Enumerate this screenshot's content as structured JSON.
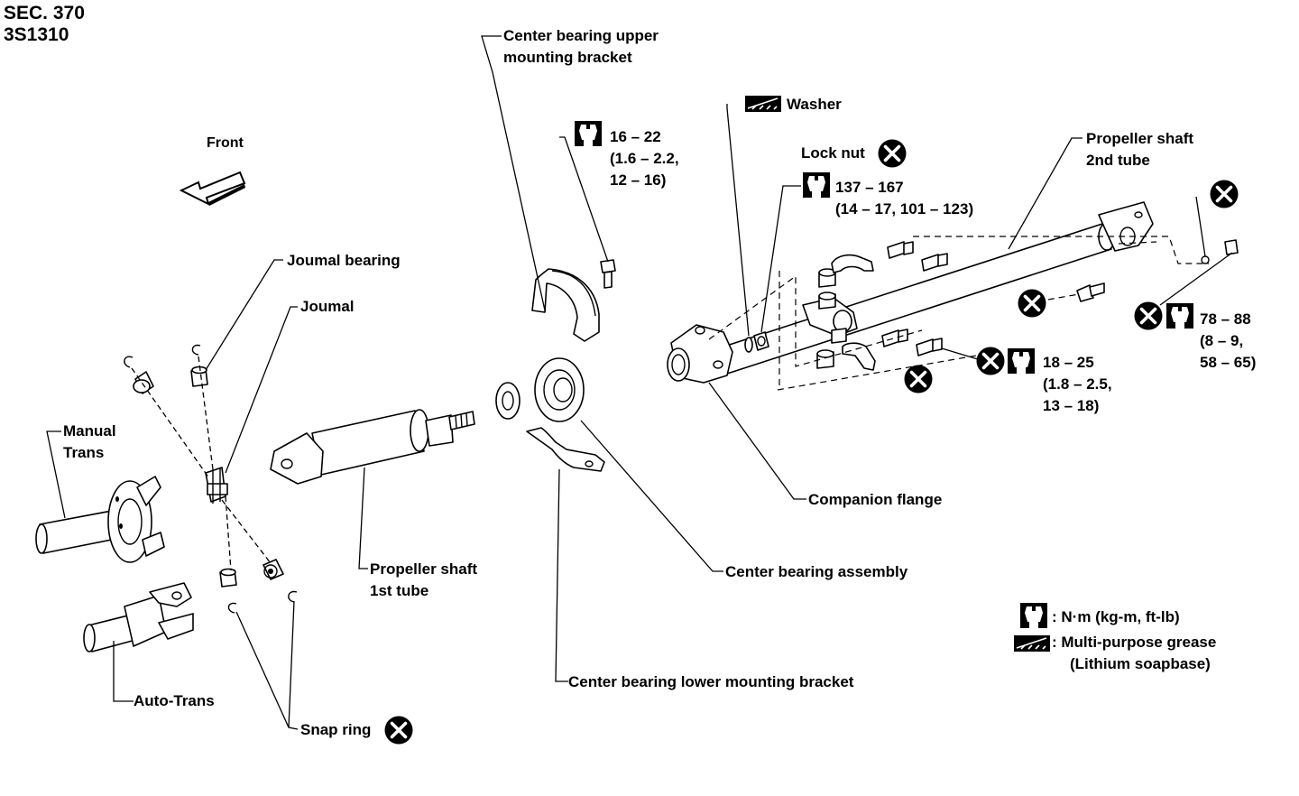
{
  "header": {
    "section": "SEC. 370",
    "code": "3S1310"
  },
  "front_arrow": {
    "label": "Front",
    "icon": "front-direction-arrow-icon"
  },
  "labels": {
    "center_bearing_upper": [
      "Center bearing upper",
      "mounting bracket"
    ],
    "washer": "Washer",
    "lock_nut": "Lock nut",
    "propeller_2nd": [
      "Propeller shaft",
      "2nd tube"
    ],
    "journal_bearing": "Joumal bearing",
    "journal": "Joumal",
    "manual_trans": [
      "Manual",
      "Trans"
    ],
    "auto_trans": "Auto-Trans",
    "snap_ring": "Snap ring",
    "propeller_1st": [
      "Propeller shaft",
      "1st tube"
    ],
    "center_bearing_lower": "Center bearing lower mounting bracket",
    "center_bearing_assembly": "Center bearing assembly",
    "companion_flange": "Companion flange"
  },
  "torques": {
    "upper_bracket_bolt": [
      "16 – 22",
      "(1.6 – 2.2,",
      "12 – 16)"
    ],
    "lock_nut": [
      "137 – 167",
      "(14 – 17, 101 – 123)"
    ],
    "flange_nut": [
      "78 – 88",
      "(8 – 9,",
      "58 – 65)"
    ],
    "lower_bracket_bolt": [
      "18 – 25",
      "(1.8 – 2.5,",
      "13 – 18)"
    ]
  },
  "legend": {
    "torque_unit": ": N·m (kg-m, ft-lb)",
    "grease": [
      ": Multi-purpose grease",
      "(Lithium soapbase)"
    ]
  },
  "icons": {
    "torque": "torque-wrench-icon",
    "grease": "grease-icon",
    "replace": "do-not-reuse-icon"
  },
  "colors": {
    "ink": "#000000",
    "paper": "#ffffff"
  }
}
